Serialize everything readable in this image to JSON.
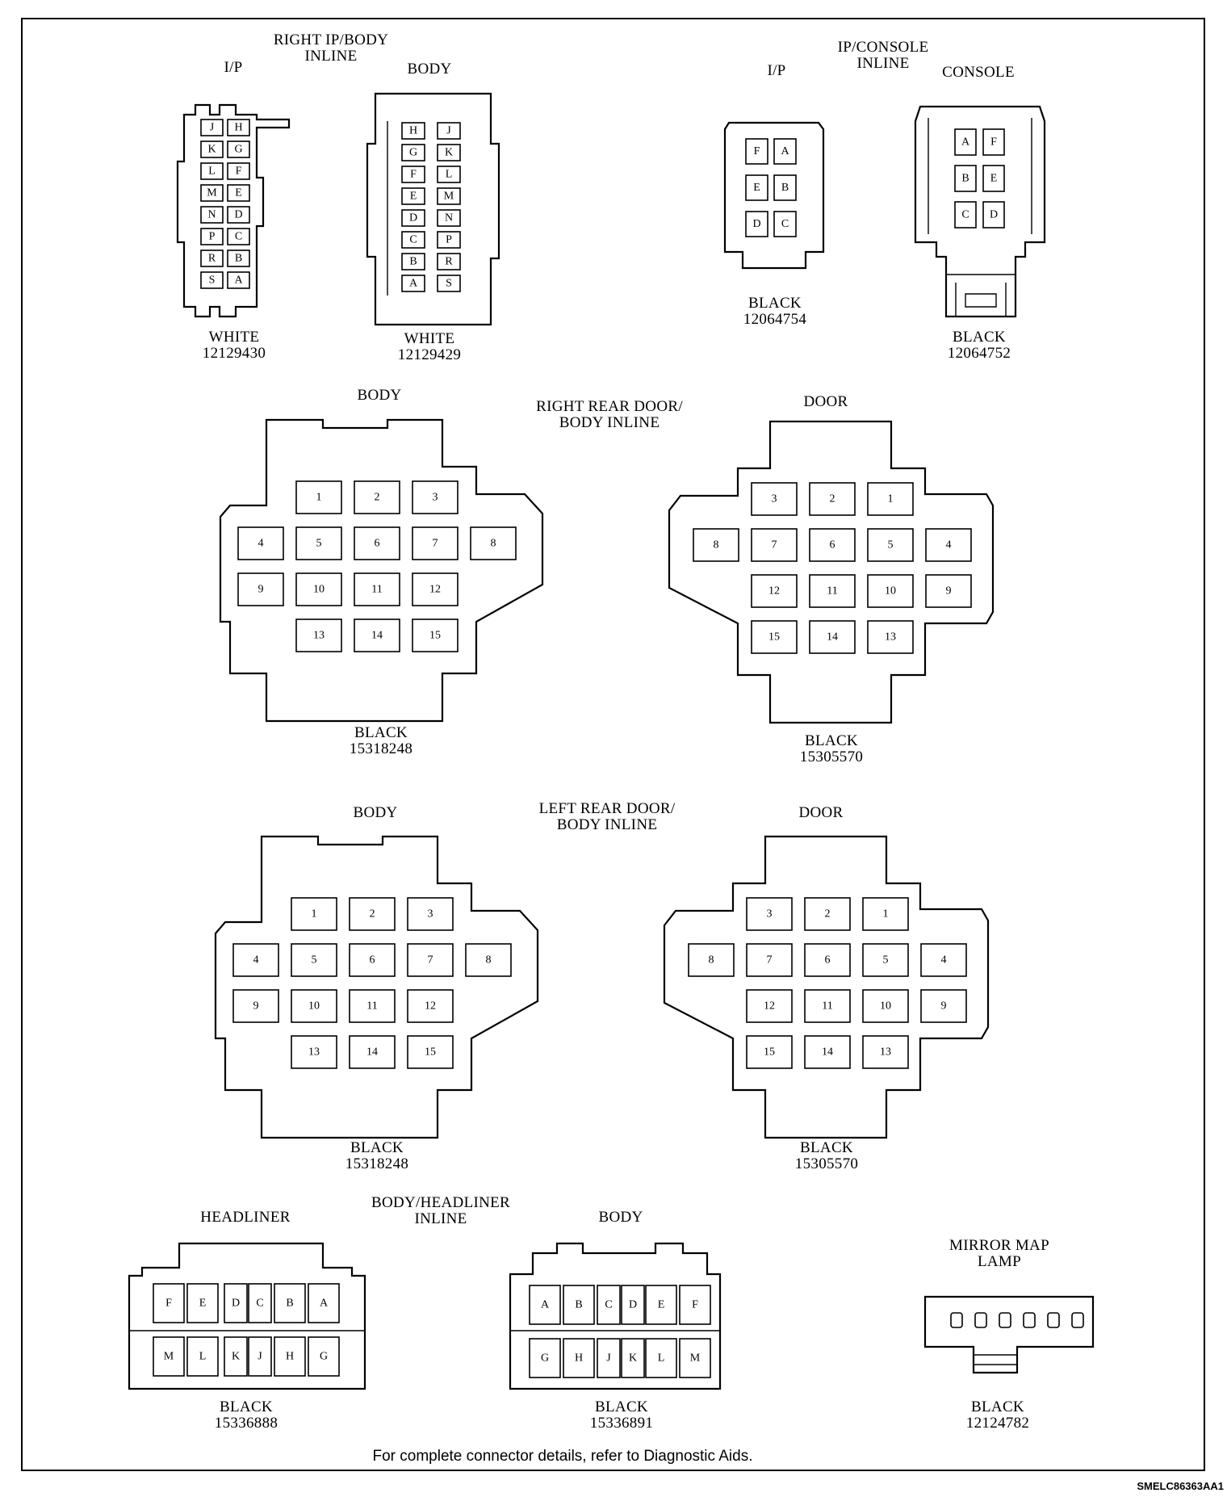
{
  "footer_note": "For complete connector details, refer to Diagnostic Aids.",
  "figure_code": "SMELC86363AA1",
  "groups": {
    "right_ip_body": [
      "RIGHT IP/BODY",
      "INLINE"
    ],
    "ip_console": [
      "IP/CONSOLE",
      "INLINE"
    ],
    "right_rear_door": [
      "RIGHT REAR DOOR/",
      "BODY INLINE"
    ],
    "left_rear_door": [
      "LEFT REAR DOOR/",
      "BODY INLINE"
    ],
    "body_headliner": [
      "BODY/HEADLINER",
      "INLINE"
    ]
  },
  "connectors": {
    "ipb_ip": {
      "title": "I/P",
      "color": "WHITE",
      "part": "12129430",
      "pins": [
        "J",
        "H",
        "K",
        "G",
        "L",
        "F",
        "M",
        "E",
        "N",
        "D",
        "P",
        "C",
        "R",
        "B",
        "S",
        "A"
      ]
    },
    "ipb_body": {
      "title": "BODY",
      "color": "WHITE",
      "part": "12129429",
      "pins": [
        "H",
        "J",
        "G",
        "K",
        "F",
        "L",
        "E",
        "M",
        "D",
        "N",
        "C",
        "P",
        "B",
        "R",
        "A",
        "S"
      ]
    },
    "ipc_ip": {
      "title": "I/P",
      "color": "BLACK",
      "part": "12064754",
      "pins": [
        "F",
        "A",
        "E",
        "B",
        "D",
        "C"
      ]
    },
    "ipc_console": {
      "title": "CONSOLE",
      "color": "BLACK",
      "part": "12064752",
      "pins": [
        "A",
        "F",
        "B",
        "E",
        "C",
        "D"
      ]
    },
    "rr_body": {
      "title": "BODY",
      "color": "BLACK",
      "part": "15318248",
      "pins": [
        "1",
        "2",
        "3",
        "4",
        "5",
        "6",
        "7",
        "8",
        "9",
        "10",
        "11",
        "12",
        "13",
        "14",
        "15"
      ]
    },
    "rr_door": {
      "title": "DOOR",
      "color": "BLACK",
      "part": "15305570",
      "pins": [
        "3",
        "2",
        "1",
        "8",
        "7",
        "6",
        "5",
        "4",
        "12",
        "11",
        "10",
        "9",
        "15",
        "14",
        "13"
      ]
    },
    "lr_body": {
      "title": "BODY",
      "color": "BLACK",
      "part": "15318248",
      "pins": [
        "1",
        "2",
        "3",
        "4",
        "5",
        "6",
        "7",
        "8",
        "9",
        "10",
        "11",
        "12",
        "13",
        "14",
        "15"
      ]
    },
    "lr_door": {
      "title": "DOOR",
      "color": "BLACK",
      "part": "15305570",
      "pins": [
        "3",
        "2",
        "1",
        "8",
        "7",
        "6",
        "5",
        "4",
        "12",
        "11",
        "10",
        "9",
        "15",
        "14",
        "13"
      ]
    },
    "bh_headliner": {
      "title": "HEADLINER",
      "color": "BLACK",
      "part": "15336888",
      "pins": [
        "F",
        "E",
        "D",
        "C",
        "B",
        "A",
        "M",
        "L",
        "K",
        "J",
        "H",
        "G"
      ]
    },
    "bh_body": {
      "title": "BODY",
      "color": "BLACK",
      "part": "15336891",
      "pins": [
        "A",
        "B",
        "C",
        "D",
        "E",
        "F",
        "G",
        "H",
        "J",
        "K",
        "L",
        "M"
      ]
    },
    "mirror": {
      "title": [
        "MIRROR MAP",
        "LAMP"
      ],
      "color": "BLACK",
      "part": "12124782",
      "cavities": 6
    }
  }
}
